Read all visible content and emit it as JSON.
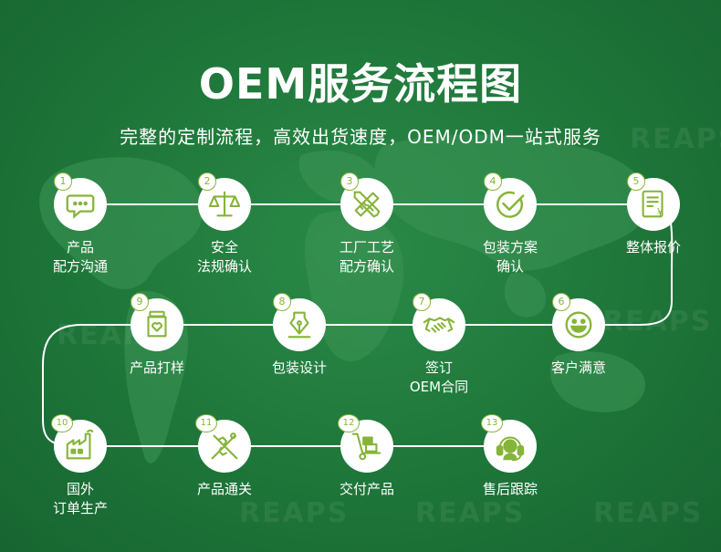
{
  "title": "OEM服务流程图",
  "subtitle": "完整的定制流程，高效出货速度，OEM/ODM一站式服务",
  "watermark": "REAPS",
  "colors": {
    "background": "#1f7a3c",
    "accent": "#86b43a",
    "circle": "#ffffff"
  },
  "steps": [
    {
      "number": "1",
      "line1": "产品",
      "line2": "配方沟通",
      "icon": "chat-bubble-icon"
    },
    {
      "number": "2",
      "line1": "安全",
      "line2": "法规确认",
      "icon": "balance-scale-icon"
    },
    {
      "number": "3",
      "line1": "工厂工艺",
      "line2": "配方确认",
      "icon": "pencil-ruler-icon"
    },
    {
      "number": "4",
      "line1": "包装方案",
      "line2": "确认",
      "icon": "check-circle-icon"
    },
    {
      "number": "5",
      "line1": "整体报价",
      "line2": "",
      "icon": "price-document-icon"
    },
    {
      "number": "6",
      "line1": "客户满意",
      "line2": "",
      "icon": "smile-face-icon"
    },
    {
      "number": "7",
      "line1": "签订",
      "line2": "OEM合同",
      "icon": "handshake-icon"
    },
    {
      "number": "8",
      "line1": "包装设计",
      "line2": "",
      "icon": "pen-nib-icon"
    },
    {
      "number": "9",
      "line1": "产品打样",
      "line2": "",
      "icon": "sample-jar-icon"
    },
    {
      "number": "10",
      "line1": "国外",
      "line2": "订单生产",
      "icon": "factory-icon"
    },
    {
      "number": "11",
      "line1": "产品通关",
      "line2": "",
      "icon": "customs-caduceus-icon"
    },
    {
      "number": "12",
      "line1": "交付产品",
      "line2": "",
      "icon": "hand-truck-icon"
    },
    {
      "number": "13",
      "line1": "售后跟踪",
      "line2": "",
      "icon": "headset-support-icon"
    }
  ]
}
